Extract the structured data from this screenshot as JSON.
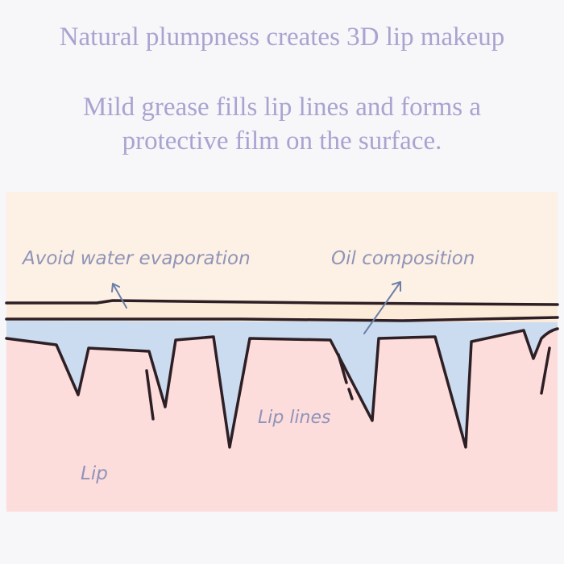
{
  "heading": "Natural plumpness creates 3D lip makeup",
  "subheading_line1": "Mild grease fills lip lines and forms a",
  "subheading_line2": "protective film on the surface.",
  "diagram": {
    "label_evaporation": "Avoid water evaporation",
    "label_oil": "Oil composition",
    "label_lip_lines": "Lip lines",
    "label_lip": "Lip"
  },
  "colors": {
    "film": "#fdebd9",
    "top": "#fdf0e4",
    "oil": "#cbdcf0",
    "lip": "#fddcdc",
    "line": "#2e1f24",
    "text": "#a8a4d0"
  }
}
